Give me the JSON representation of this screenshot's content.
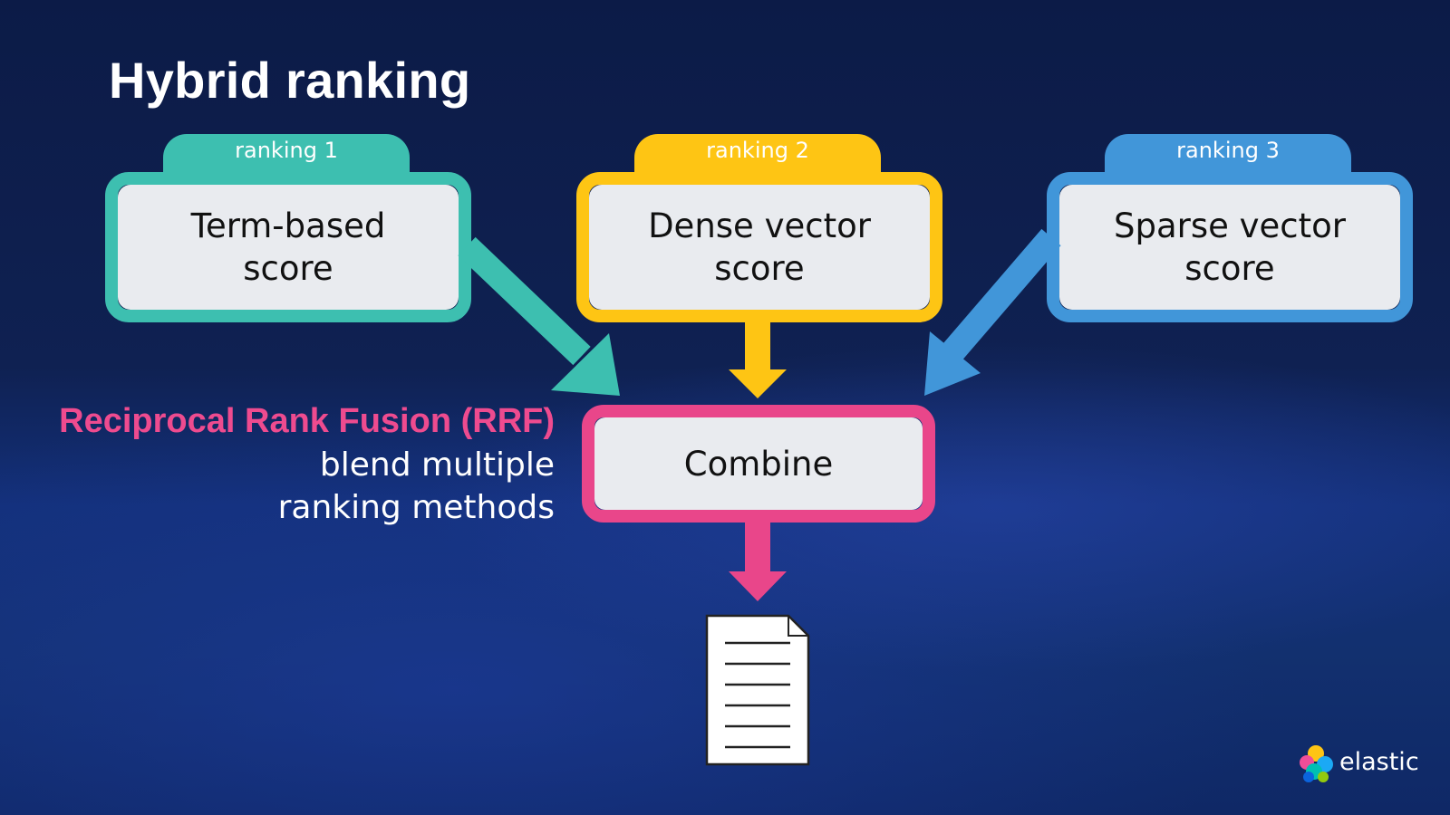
{
  "title": "Hybrid ranking",
  "rankings": [
    {
      "tab": "ranking 1",
      "label_line1": "Term-based",
      "label_line2": "score",
      "color": "#3dbfb0"
    },
    {
      "tab": "ranking 2",
      "label_line1": "Dense vector",
      "label_line2": "score",
      "color": "#fec514"
    },
    {
      "tab": "ranking 3",
      "label_line1": "Sparse vector",
      "label_line2": "score",
      "color": "#4196d9"
    }
  ],
  "combine": {
    "label": "Combine",
    "color": "#e9468a"
  },
  "rrf": {
    "title": "Reciprocal Rank Fusion (RRF)",
    "line1": "blend multiple",
    "line2": "ranking methods",
    "color": "#ee4b8f"
  },
  "logo": {
    "text": "elastic",
    "icon": "elastic-logo-icon"
  },
  "output": {
    "icon": "document-icon"
  }
}
